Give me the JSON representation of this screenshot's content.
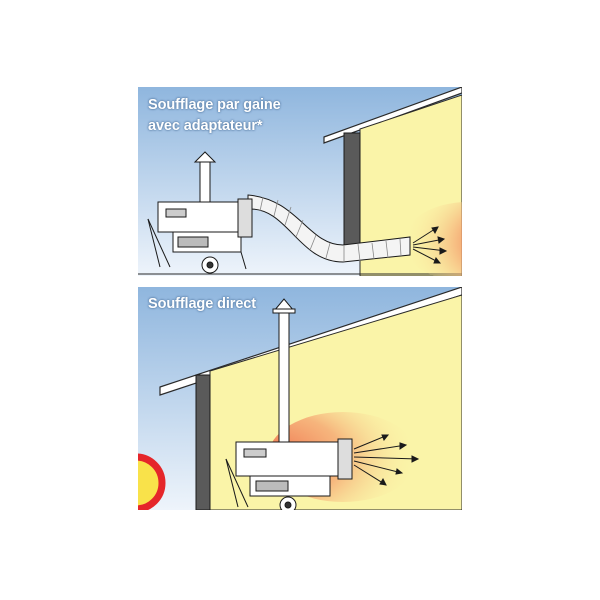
{
  "panels": {
    "top": {
      "caption_line1": "Soufflage par gaine",
      "caption_line2": "avec adaptateur*"
    },
    "bottom": {
      "caption_line1": "Soufflage direct"
    }
  },
  "colors": {
    "sky_top": "#8fb6de",
    "sky_bottom": "#e8f1fa",
    "wall": "#faf4a8",
    "roof_line": "#2a2a2a",
    "heat_glow": "#f08a5a",
    "heater_body": "#ffffff",
    "outline": "#1a1a1a",
    "sun": "#e5262a",
    "sun_center": "#f9e24a"
  }
}
